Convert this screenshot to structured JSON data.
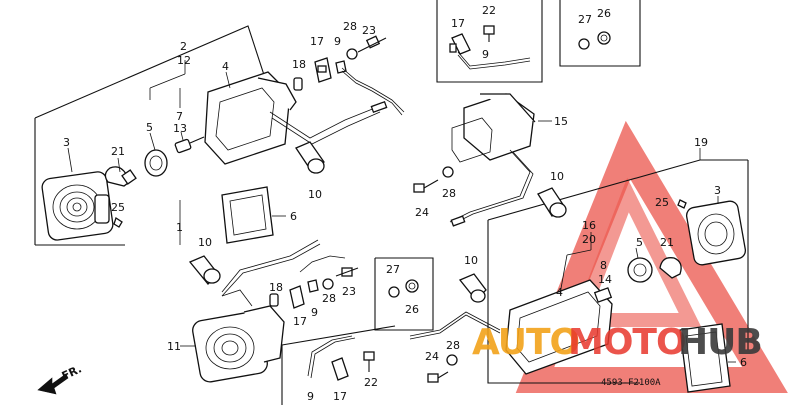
{
  "labels": {
    "n1": "1",
    "n2": "2",
    "n12": "12",
    "n3": "3",
    "n4": "4",
    "n5": "5",
    "n7": "7",
    "n13": "13",
    "n21": "21",
    "n25": "25",
    "n17": "17",
    "n9": "9",
    "n28": "28",
    "n23": "23",
    "n18": "18",
    "n10": "10",
    "n6": "6",
    "n22": "22",
    "n27": "27",
    "n26": "26",
    "n15": "15",
    "n24": "24",
    "n19": "19",
    "n16": "16",
    "n20": "20",
    "n8": "8",
    "n14": "14",
    "n11": "11"
  },
  "catalog_code": "4593-F2100A",
  "direction_label": "FR.",
  "watermark": {
    "left": "AUTO",
    "mid": "MOTO",
    "right": "HUB",
    "color_red": "#e8372c",
    "color_orange": "#f2a21a",
    "color_dark": "#3a3a3a"
  }
}
